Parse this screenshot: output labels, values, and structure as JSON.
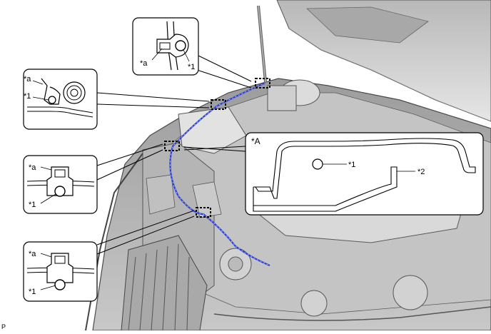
{
  "figure_code": "P",
  "callouts": {
    "top": {
      "label_a": "*a",
      "label_1": "*1"
    },
    "left_upper": {
      "label_a": "*a",
      "label_1": "*1"
    },
    "left_middle": {
      "label_a": "*a",
      "label_1": "*1"
    },
    "left_lower": {
      "label_a": "*a",
      "label_1": "*1"
    }
  },
  "legend_panel": {
    "title": "*A",
    "label_1": "*1",
    "label_2": "*2"
  },
  "colors": {
    "harness": "#2b3fd9",
    "line": "#000000",
    "body": "#d8d8d8"
  },
  "icons": [
    "clamp-icon",
    "marker-bracket-icon"
  ]
}
